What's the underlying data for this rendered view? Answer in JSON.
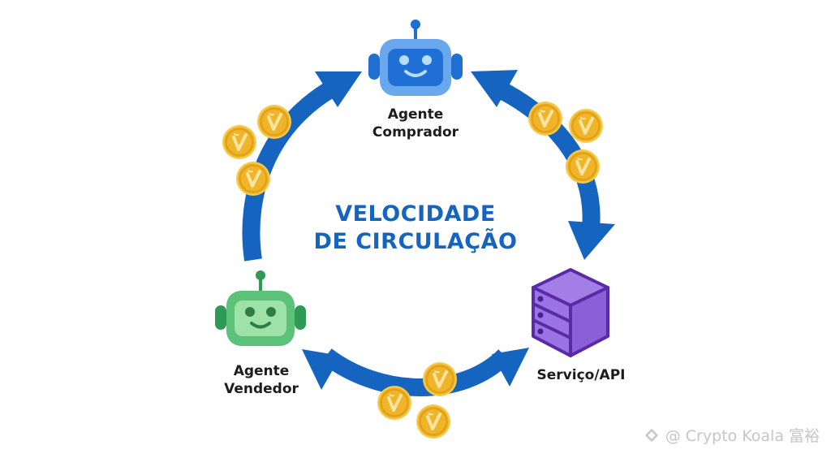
{
  "title": {
    "line1": "VELOCIDADE",
    "line2": "DE CIRCULAÇÃO"
  },
  "nodes": {
    "buyer": {
      "line1": "Agente",
      "line2": "Comprador",
      "icon": "robot-icon",
      "color": "#4a90e2"
    },
    "seller": {
      "line1": "Agente",
      "line2": "Vendedor",
      "icon": "robot-icon",
      "color": "#4cbb6c"
    },
    "service": {
      "label": "Serviço/API",
      "icon": "server-icon",
      "color": "#8e5fd6"
    }
  },
  "coin": {
    "glyph": "V",
    "color": "#f0b429"
  },
  "arrow_color": "#1565c0",
  "watermark": {
    "text": "@ Crypto Koala 富裕",
    "icon": "binance-logo-icon"
  }
}
